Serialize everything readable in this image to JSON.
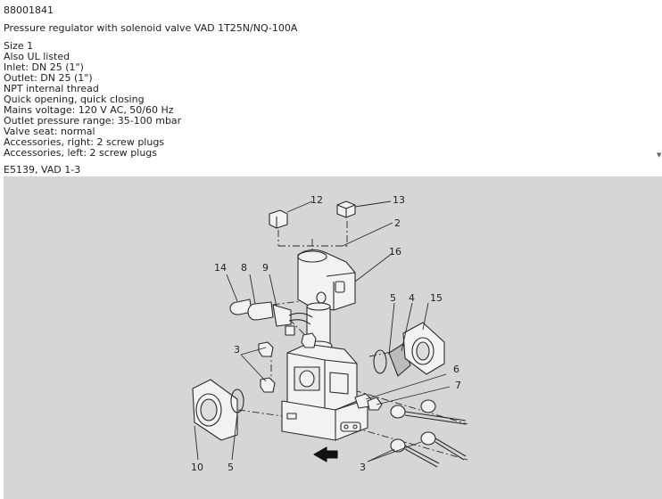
{
  "article_number": "88001841",
  "product_title": "Pressure regulator with solenoid valve VAD 1T25N/NQ-100A",
  "specs": [
    "Size 1",
    "Also UL listed",
    "Inlet: DN 25 (1\")",
    "Outlet: DN 25 (1\")",
    "NPT internal thread",
    "Quick opening, quick closing",
    "Mains voltage: 120 V AC, 50/60 Hz",
    "Outlet pressure range: 35-100 mbar",
    "Valve seat: normal",
    "Accessories, right: 2 screw plugs",
    "Accessories, left: 2 screw plugs"
  ],
  "drawing_caption": "E5139, VAD 1-3",
  "callouts": [
    "12",
    "13",
    "2",
    "16",
    "14",
    "8",
    "9",
    "5",
    "4",
    "15",
    "3",
    "6",
    "7",
    "10",
    "5",
    "3"
  ],
  "colors": {
    "drawing_background": "#d6d6d6",
    "line": "#2a2a2a",
    "part_fill": "#f2f2f2"
  }
}
